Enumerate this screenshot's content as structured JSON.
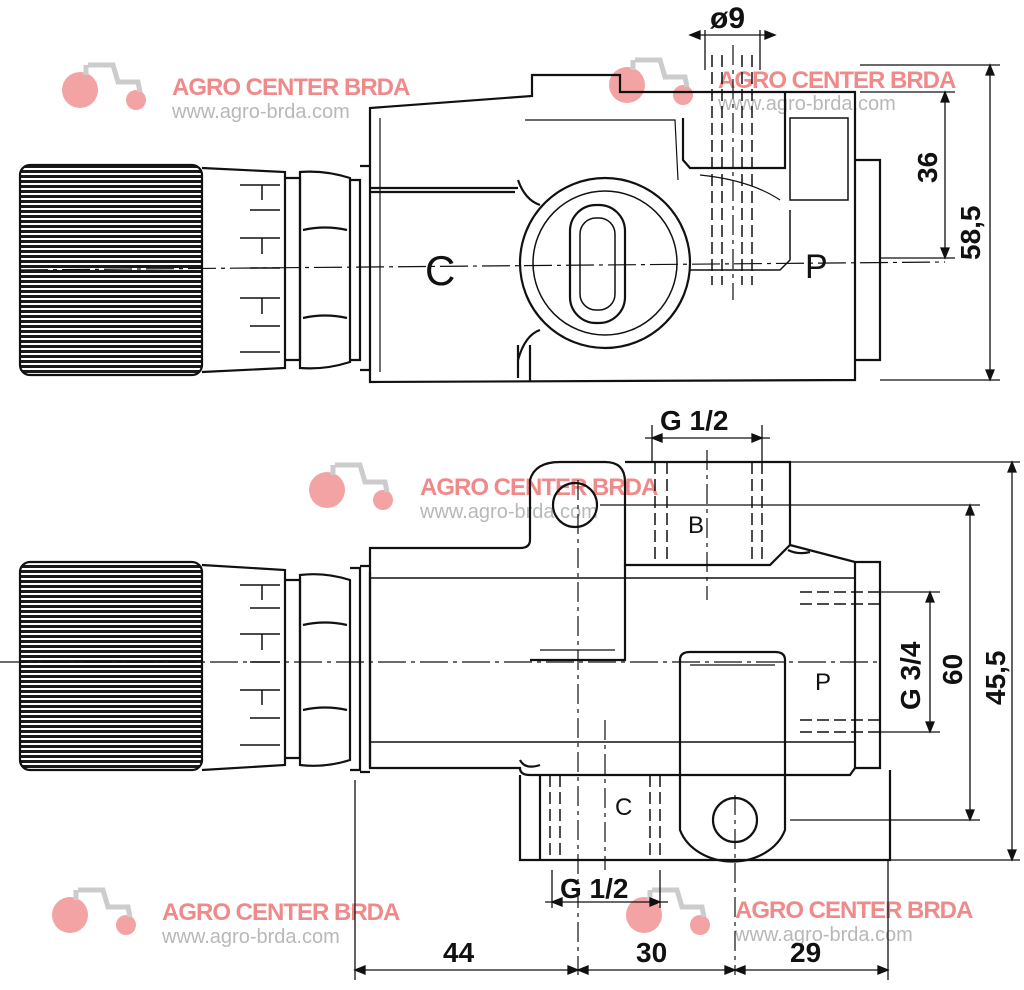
{
  "dimensions": {
    "top_view": {
      "bore_diameter": "ø9",
      "height_to_axis": "36",
      "total_height": "58,5"
    },
    "front_view": {
      "port_b_thread": "G 1/2",
      "port_c_thread": "G 1/2",
      "port_p_thread": "G 3/4",
      "port_spacing": "60",
      "total_height": "45,5",
      "length_1": "44",
      "length_2": "30",
      "length_3": "29"
    }
  },
  "ports": {
    "top_c": "C",
    "top_p": "P",
    "front_b": "B",
    "front_p": "P",
    "front_c": "C"
  },
  "watermark": {
    "brand": "AGRO CENTER BRDA",
    "url": "www.agro-brda.com",
    "brand_color": "#f08a8a",
    "url_color": "#b8b8b8",
    "icon": "tractor-icon"
  }
}
